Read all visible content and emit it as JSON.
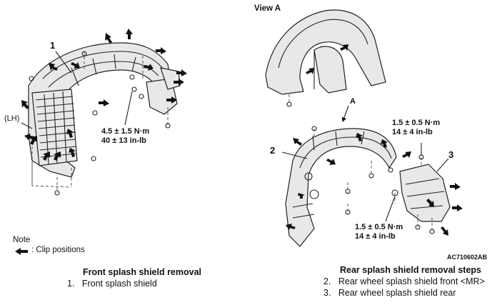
{
  "view_label": "View A",
  "view_arrow_label": "A",
  "callouts": [
    "1",
    "2",
    "3"
  ],
  "lh_label": "(LH)",
  "torque_front": {
    "line1": "4.5 ± 1.5 N·m",
    "line2": "40 ± 13 in-lb"
  },
  "torque_rear_top": {
    "line1": "1.5 ± 0.5 N·m",
    "line2": "14 ± 4 in-lb"
  },
  "torque_rear_bottom": {
    "line1": "1.5 ± 0.5 N·m",
    "line2": "14 ± 4 in-lb"
  },
  "figure_code": "AC710602AB",
  "note": {
    "title": "Note",
    "clip_legend": ": Clip positions",
    "clip_icon": "filled-arrow-icon"
  },
  "front_section": {
    "title": "Front splash shield removal",
    "steps": [
      {
        "num": "1.",
        "text": "Front splash shield"
      }
    ]
  },
  "rear_section": {
    "title": "Rear splash shield removal steps",
    "steps": [
      {
        "num": "2.",
        "text": "Rear wheel splash shield front <MR>"
      },
      {
        "num": "3.",
        "text": "Rear wheel splash shield rear"
      }
    ]
  }
}
